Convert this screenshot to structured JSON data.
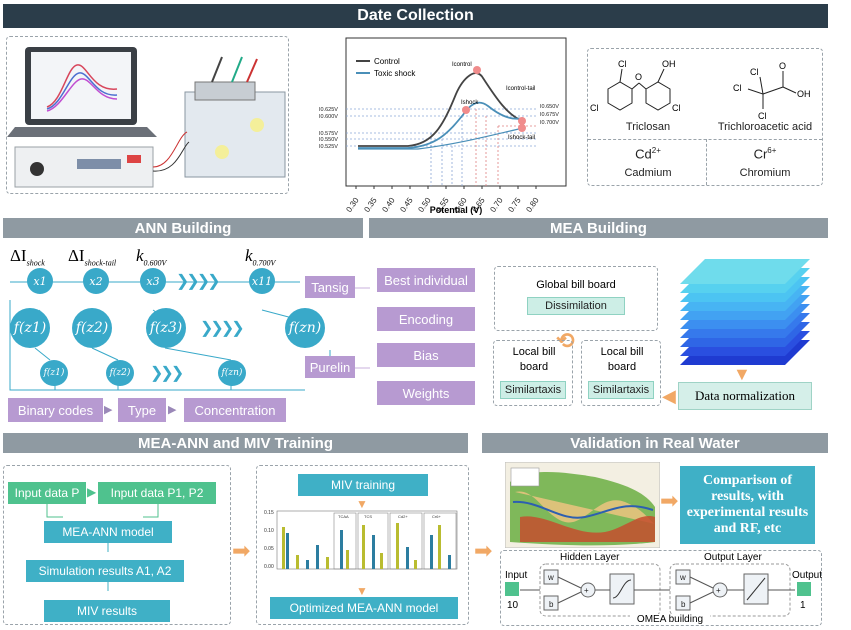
{
  "sections": {
    "date_collection": "Date Collection",
    "ann_building": "ANN Building",
    "mea_building": "MEA Building",
    "mea_ann_training": "MEA-ANN and MIV Training",
    "validation": "Validation in Real Water"
  },
  "voltammogram": {
    "legend_control": "Control",
    "legend_toxic": "Toxic shock",
    "xlabel": "Potential (V)",
    "x_ticks": [
      "0.30",
      "0.35",
      "0.40",
      "0.45",
      "0.50",
      "0.55",
      "0.60",
      "0.65",
      "0.70",
      "0.75",
      "0.80"
    ],
    "left_labels": [
      "I0.625V",
      "I0.600V",
      "I0.575V",
      "I0.550V",
      "I0.525V"
    ],
    "right_labels": [
      "I0.650V",
      "I0.675V",
      "I0.700V"
    ],
    "peak_labels": {
      "control": "Icontrol",
      "shock": "Ishock",
      "control_tail": "Icontrol-tail",
      "shock_tail": "Ishock-tail"
    },
    "colors": {
      "control": "#444444",
      "toxic": "#4a8fb8"
    }
  },
  "chemicals": {
    "triclosan": "Triclosan",
    "tca": "Trichloroacetic acid",
    "cd_symbol": "Cd",
    "cd_charge": "2+",
    "cd_name": "Cadmium",
    "cr_symbol": "Cr",
    "cr_charge": "6+",
    "cr_name": "Chromium",
    "atoms": {
      "cl": "Cl",
      "o": "O",
      "oh": "OH"
    }
  },
  "ann": {
    "top_labels": [
      {
        "sym": "ΔI",
        "sub": "shock"
      },
      {
        "sym": "ΔI",
        "sub": "shock-tail"
      },
      {
        "sym": "k",
        "sub": "0.600V"
      },
      {
        "sym": "k",
        "sub": "0.700V"
      }
    ],
    "inputs": [
      "x1",
      "x2",
      "x3",
      "x11"
    ],
    "hidden": [
      "f(z1)",
      "f(z2)",
      "f(z3)",
      "f(zn)"
    ],
    "outputs": [
      "f(z1)",
      "f(z2)",
      "f(zn)"
    ],
    "out_boxes": [
      "Binary codes",
      "Type",
      "Concentration"
    ],
    "transfer": [
      "Tansig",
      "Purelin"
    ],
    "mea_params": [
      "Best individual",
      "Encoding",
      "Bias",
      "Weights"
    ]
  },
  "mea": {
    "global_title": "Global bill board",
    "global_box": "Dissimilation",
    "local_title": "Local bill board",
    "local_box": "Similartaxis",
    "normalization": "Data normalization"
  },
  "training": {
    "input_p": "Input data P",
    "input_p12": "Input data P1, P2",
    "model": "MEA-ANN model",
    "simulation": "Simulation results A1, A2",
    "miv_results": "MIV results",
    "miv_training": "MIV training",
    "optimized": "Optimized MEA-ANN model",
    "miv_y_ticks": [
      "0.15",
      "0.10",
      "0.05",
      "0.00"
    ],
    "miv_groups": [
      "TCAA",
      "TCS",
      "Cd2+",
      "Cr6+"
    ]
  },
  "validation": {
    "comparison": "Comparison of results, with experimental results and RF, etc",
    "hidden_layer": "Hidden Layer",
    "output_layer": "Output Layer",
    "input_label": "Input",
    "input_value": "10",
    "output_label": "Output",
    "output_value": "1",
    "w": "w",
    "b": "b",
    "building": "OMEA building"
  }
}
